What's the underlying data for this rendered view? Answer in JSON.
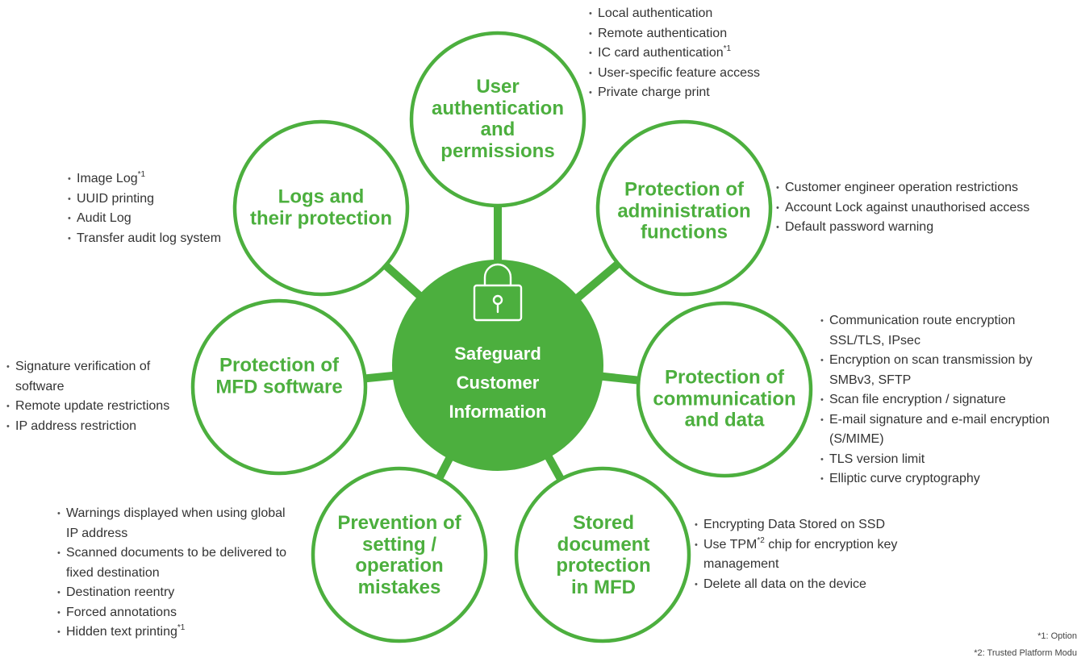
{
  "colors": {
    "accent": "#4caf3e",
    "text": "#333333",
    "background": "#ffffff"
  },
  "center": {
    "icon": "lock-icon",
    "lines": [
      "Safeguard",
      "Customer",
      "Information"
    ]
  },
  "nodes": {
    "user": {
      "lines": [
        "User",
        "authentication",
        "and",
        "permissions"
      ],
      "items": [
        {
          "text": "Local authentication"
        },
        {
          "text": "Remote authentication"
        },
        {
          "text": "IC card authentication",
          "sup": "*1"
        },
        {
          "text": "User-specific feature access"
        },
        {
          "text": "Private charge print"
        }
      ]
    },
    "admin": {
      "lines": [
        "Protection of",
        "administration",
        "functions"
      ],
      "items": [
        {
          "text": "Customer engineer operation restrictions"
        },
        {
          "text": "Account Lock against unauthorised access"
        },
        {
          "text": "Default password warning"
        }
      ]
    },
    "comm": {
      "lines": [
        "Protection of",
        "communication",
        "and data"
      ],
      "items": [
        {
          "text": "Communication route encryption\nSSL/TLS, IPsec"
        },
        {
          "text": "Encryption on scan transmission by\nSMBv3, SFTP"
        },
        {
          "text": "Scan file encryption / signature"
        },
        {
          "text": "E-mail signature and e-mail encryption\n(S/MIME)"
        },
        {
          "text": "TLS version limit"
        },
        {
          "text": "Elliptic curve cryptography"
        }
      ]
    },
    "stored": {
      "lines": [
        "Stored",
        "document",
        "protection",
        "in MFD"
      ],
      "items": [
        {
          "text": "Encrypting Data Stored on SSD"
        },
        {
          "text": "Use TPM",
          "sup": "*2",
          "post": " chip for encryption key\nmanagement"
        },
        {
          "text": "Delete all data on the device"
        }
      ]
    },
    "prevention": {
      "lines": [
        "Prevention of",
        "setting /",
        "operation",
        "mistakes"
      ],
      "items": [
        {
          "text": "Warnings displayed when using global\nIP address"
        },
        {
          "text": "Scanned documents to be delivered to\nfixed destination"
        },
        {
          "text": "Destination reentry"
        },
        {
          "text": "Forced annotations"
        },
        {
          "text": "Hidden text printing",
          "sup": "*1"
        }
      ]
    },
    "software": {
      "lines": [
        "Protection of",
        "MFD software"
      ],
      "items": [
        {
          "text": "Signature verification of\nsoftware"
        },
        {
          "text": "Remote update restrictions"
        },
        {
          "text": "IP address restriction"
        }
      ]
    },
    "logs": {
      "lines": [
        "Logs and",
        "their protection"
      ],
      "items": [
        {
          "text": "Image Log",
          "sup": "*1"
        },
        {
          "text": "UUID printing"
        },
        {
          "text": "Audit Log"
        },
        {
          "text": "Transfer audit log system"
        }
      ]
    }
  },
  "footnotes": [
    "*1: Option",
    "*2: Trusted Platform Modu"
  ]
}
